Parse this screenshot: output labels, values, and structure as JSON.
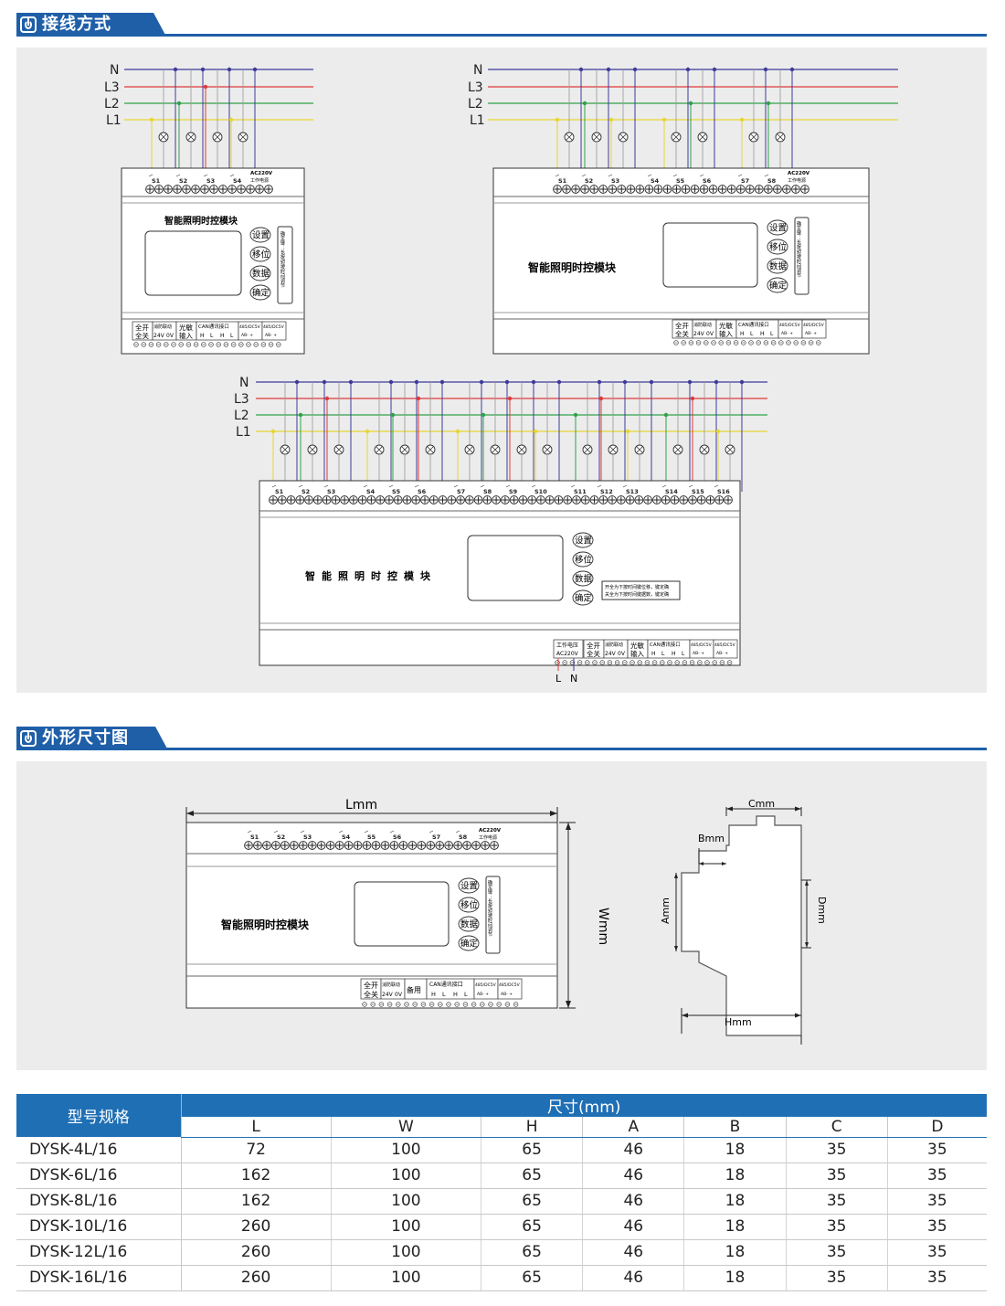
{
  "sections": {
    "wiring": {
      "title": "接线方式"
    },
    "dimensions": {
      "title": "外形尺寸图"
    }
  },
  "wiring": {
    "lines": [
      "N",
      "L3",
      "L2",
      "L1"
    ],
    "module_name": "智能照明时控模块",
    "power_label": "AC220V",
    "power_sub": "工作电源",
    "buttons": [
      "设置",
      "移位",
      "数据",
      "确定"
    ],
    "side_note": "确定键：长按/短按时间调节",
    "note_lines": [
      "开全为下按时间键位移，键定确",
      "关全为下按时间键据数，键定确"
    ],
    "bottom_labels": {
      "all": [
        "全开",
        "全关"
      ],
      "fire": "消防联动",
      "fire_v": [
        "24V",
        "0V"
      ],
      "light": [
        "光敏",
        "输入"
      ],
      "can": "CAN通讯接口",
      "can_pins": [
        "H",
        "L",
        "H",
        "L"
      ],
      "rs485": [
        "485/DC5V",
        "485/DC5V"
      ],
      "rs485_pins": [
        "AB- +",
        "AB- +"
      ],
      "work_v": [
        "工作电压",
        "AC220V"
      ],
      "ln": [
        "L",
        "N"
      ]
    },
    "diagram_4": {
      "channels": [
        "S1",
        "S2",
        "S3",
        "S4"
      ]
    },
    "diagram_8": {
      "channels": [
        "S1",
        "S2",
        "S3",
        "S4",
        "S5",
        "S6",
        "S7",
        "S8"
      ]
    },
    "diagram_16": {
      "channels": [
        "S1",
        "S2",
        "S3",
        "S4",
        "S5",
        "S6",
        "S7",
        "S8",
        "S9",
        "S10",
        "S11",
        "S12",
        "S13",
        "S14",
        "S15",
        "S16"
      ]
    }
  },
  "dimension_drawing": {
    "l_label": "Lmm",
    "w_label": "Wmm",
    "c_label": "Cmm",
    "b_label": "Bmm",
    "a_label": "Amm",
    "d_label": "Dmm",
    "h_label": "Hmm",
    "spare": "备用"
  },
  "spec_table": {
    "model_header": "型号规格",
    "size_header": "尺寸(mm)",
    "columns": [
      "L",
      "W",
      "H",
      "A",
      "B",
      "C",
      "D"
    ],
    "rows": [
      {
        "model": "DYSK-4L/16",
        "values": [
          "72",
          "100",
          "65",
          "46",
          "18",
          "35",
          "35"
        ]
      },
      {
        "model": "DYSK-6L/16",
        "values": [
          "162",
          "100",
          "65",
          "46",
          "18",
          "35",
          "35"
        ]
      },
      {
        "model": "DYSK-8L/16",
        "values": [
          "162",
          "100",
          "65",
          "46",
          "18",
          "35",
          "35"
        ]
      },
      {
        "model": "DYSK-10L/16",
        "values": [
          "260",
          "100",
          "65",
          "46",
          "18",
          "35",
          "35"
        ]
      },
      {
        "model": "DYSK-12L/16",
        "values": [
          "260",
          "100",
          "65",
          "46",
          "18",
          "35",
          "35"
        ]
      },
      {
        "model": "DYSK-16L/16",
        "values": [
          "260",
          "100",
          "65",
          "46",
          "18",
          "35",
          "35"
        ]
      }
    ]
  }
}
